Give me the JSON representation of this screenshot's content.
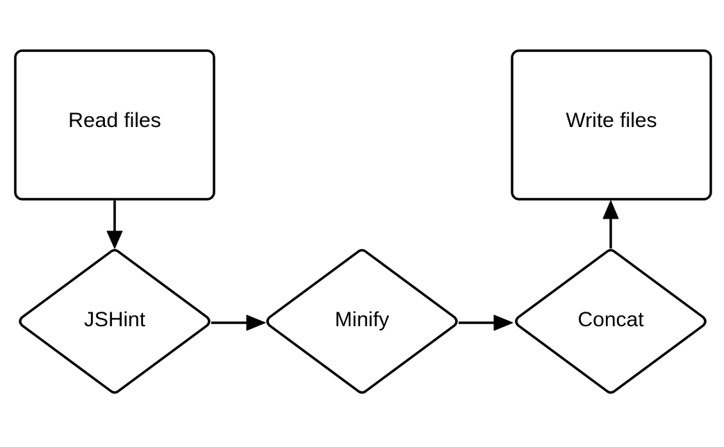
{
  "diagram": {
    "type": "flowchart",
    "nodes": [
      {
        "id": "read",
        "shape": "rectangle",
        "label": "Read files"
      },
      {
        "id": "jshint",
        "shape": "diamond",
        "label": "JSHint"
      },
      {
        "id": "minify",
        "shape": "diamond",
        "label": "Minify"
      },
      {
        "id": "concat",
        "shape": "diamond",
        "label": "Concat"
      },
      {
        "id": "write",
        "shape": "rectangle",
        "label": "Write files"
      }
    ],
    "edges": [
      {
        "from": "read",
        "to": "jshint"
      },
      {
        "from": "jshint",
        "to": "minify"
      },
      {
        "from": "minify",
        "to": "concat"
      },
      {
        "from": "concat",
        "to": "write"
      }
    ],
    "colors": {
      "stroke": "#000000",
      "fill": "#ffffff",
      "background": "#ffffff"
    }
  }
}
